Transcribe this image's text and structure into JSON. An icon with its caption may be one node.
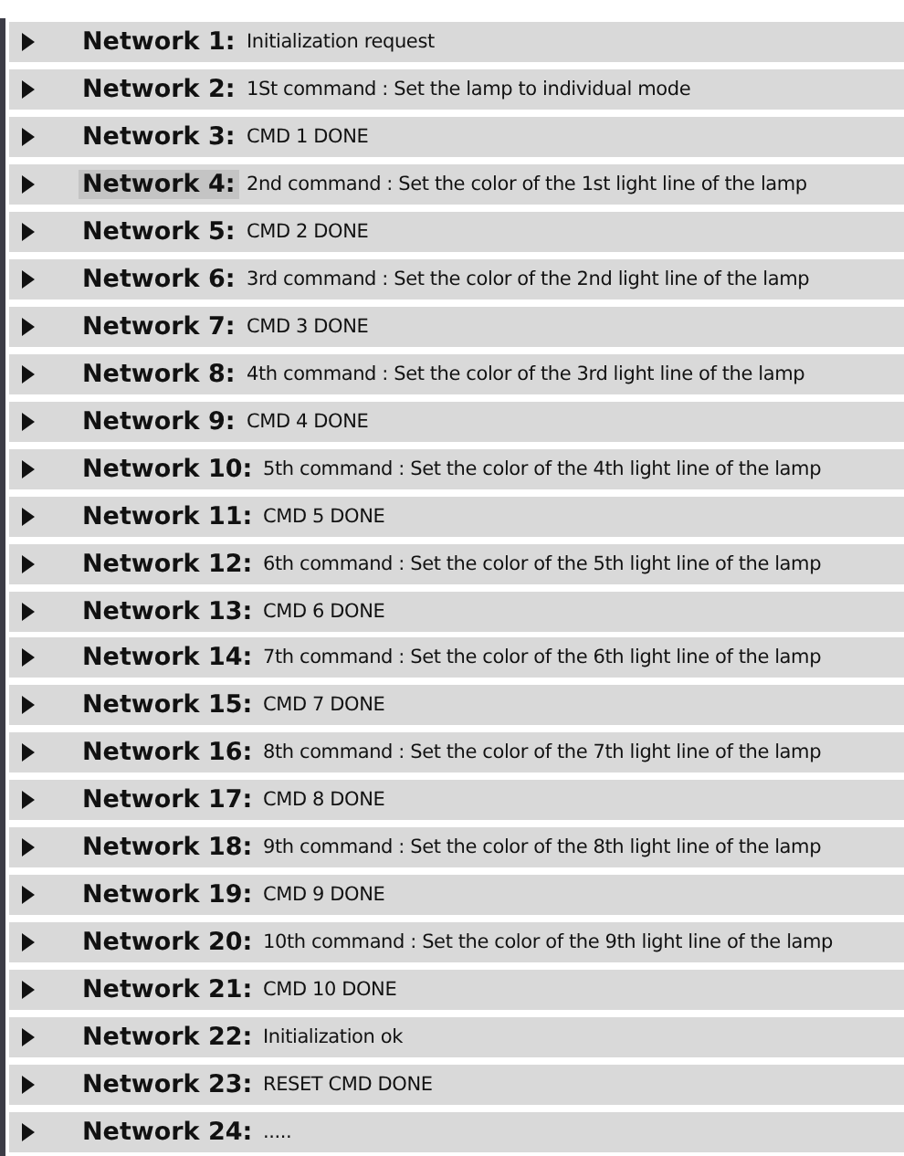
{
  "diagram": {
    "nodes": [
      {
        "text": [
          "Network 1:",
          "Initialization request"
        ]
      },
      {
        "text": [
          "Network 2:",
          "1St command : Set the lamp to individual mode"
        ]
      },
      {
        "text": [
          "Network 3:",
          "CMD 1 DONE"
        ]
      },
      {
        "text": [
          "Network 4:",
          "2nd command : Set the color of the 1st light line of the lamp"
        ]
      },
      {
        "text": [
          "Network 5:",
          "CMD 2 DONE"
        ]
      },
      {
        "text": [
          "Network 6:",
          "3rd command : Set the color of the 2nd light line of the lamp"
        ]
      },
      {
        "text": [
          "Network 7:",
          "CMD 3 DONE"
        ]
      },
      {
        "text": [
          "Network 8:",
          "4th command : Set the color of the 3rd light line of the lamp"
        ]
      },
      {
        "text": [
          "Network 9:",
          "CMD 4 DONE"
        ]
      },
      {
        "text": [
          "Network 10:",
          "5th command : Set the color of the 4th light line of the lamp"
        ]
      },
      {
        "text": [
          "Network 11:",
          "CMD 5 DONE"
        ]
      },
      {
        "text": [
          "Network 12:",
          "6th command : Set the color of the 5th light line of the lamp"
        ]
      },
      {
        "text": [
          "Network 13:",
          "CMD 6 DONE"
        ]
      },
      {
        "text": [
          "Network 14:",
          "7th command : Set the color of the 6th light line of the lamp"
        ]
      },
      {
        "text": [
          "Network 15:",
          "CMD 7 DONE"
        ]
      },
      {
        "text": [
          "Network 16:",
          "8th command : Set the color of the 7th light line of the lamp"
        ]
      },
      {
        "text": [
          "Network 17:",
          "CMD 8 DONE"
        ]
      },
      {
        "text": [
          "Network 18:",
          "9th command : Set the color of the 8th light line of the lamp"
        ]
      },
      {
        "text": [
          "Network 19:",
          "CMD 9 DONE"
        ]
      },
      {
        "text": [
          "Network 20:",
          "10th command : Set the color of the 9th light line of the lamp"
        ]
      },
      {
        "text": [
          "Network 21:",
          "CMD 10 DONE"
        ]
      },
      {
        "text": [
          "Network 22:",
          "Initialization ok"
        ]
      },
      {
        "text": [
          "Network 23:",
          "RESET CMD DONE"
        ]
      },
      {
        "text": [
          "Network 24:",
          "....."
        ]
      }
    ]
  }
}
